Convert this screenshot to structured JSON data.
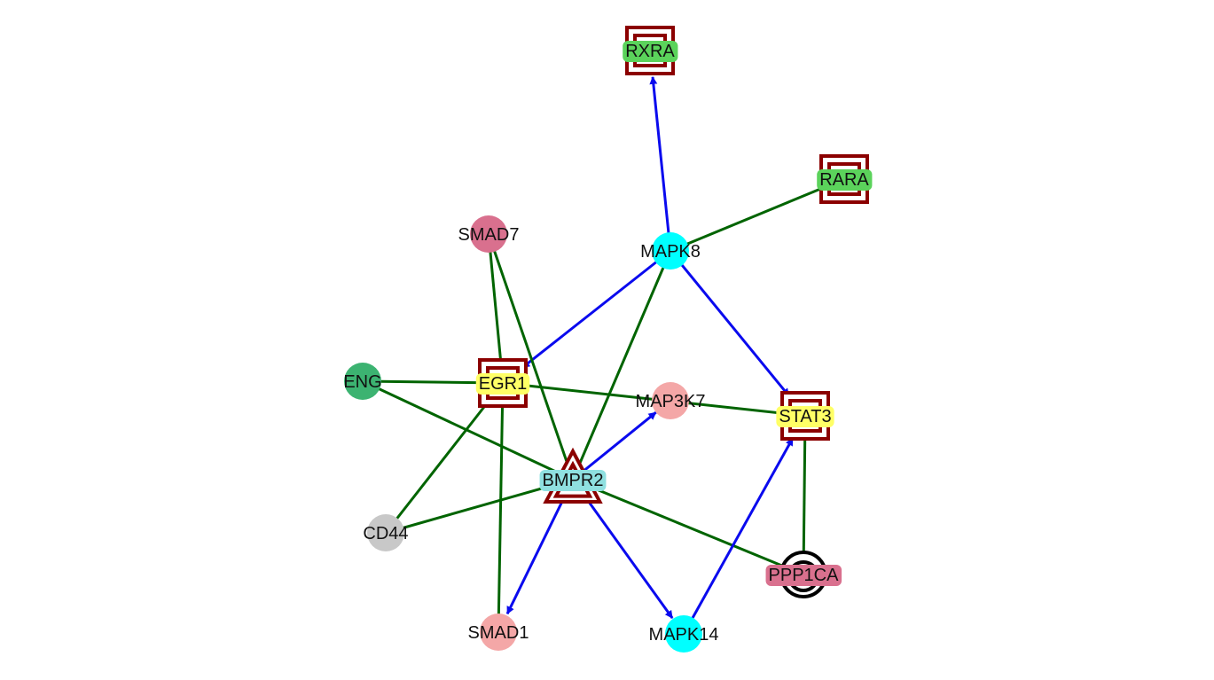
{
  "nodes": [
    {
      "id": "RXRA",
      "label": "RXRA",
      "shape": "double-square",
      "label_bg": "#5bd35b"
    },
    {
      "id": "RARA",
      "label": "RARA",
      "shape": "double-square",
      "label_bg": "#5bd35b"
    },
    {
      "id": "SMAD7",
      "label": "SMAD7",
      "shape": "circle",
      "fill": "#d9708e"
    },
    {
      "id": "MAPK8",
      "label": "MAPK8",
      "shape": "circle",
      "fill": "#00ffff"
    },
    {
      "id": "ENG",
      "label": "ENG",
      "shape": "circle",
      "fill": "#3cb371"
    },
    {
      "id": "EGR1",
      "label": "EGR1",
      "shape": "double-square",
      "label_bg": "#ffff66"
    },
    {
      "id": "MAP3K7",
      "label": "MAP3K7",
      "shape": "circle",
      "fill": "#f4a7a7"
    },
    {
      "id": "STAT3",
      "label": "STAT3",
      "shape": "double-square",
      "label_bg": "#ffff66"
    },
    {
      "id": "BMPR2",
      "label": "BMPR2",
      "shape": "double-triangle",
      "label_bg": "#8fe0e0"
    },
    {
      "id": "CD44",
      "label": "CD44",
      "shape": "circle",
      "fill": "#c8c8c8"
    },
    {
      "id": "PPP1CA",
      "label": "PPP1CA",
      "shape": "double-circle",
      "label_bg": "#d9708e"
    },
    {
      "id": "SMAD1",
      "label": "SMAD1",
      "shape": "circle",
      "fill": "#f4a7a7"
    },
    {
      "id": "MAPK14",
      "label": "MAPK14",
      "shape": "circle",
      "fill": "#00ffff"
    }
  ],
  "edges": [
    {
      "source": "MAPK8",
      "target": "RXRA",
      "type": "directed",
      "color": "#0a0aee"
    },
    {
      "source": "MAPK8",
      "target": "RARA",
      "type": "undirected",
      "color": "#006400"
    },
    {
      "source": "MAPK8",
      "target": "EGR1",
      "type": "directed",
      "color": "#0a0aee"
    },
    {
      "source": "MAPK8",
      "target": "STAT3",
      "type": "directed",
      "color": "#0a0aee"
    },
    {
      "source": "MAPK8",
      "target": "BMPR2",
      "type": "undirected",
      "color": "#006400"
    },
    {
      "source": "SMAD7",
      "target": "EGR1",
      "type": "undirected",
      "color": "#006400"
    },
    {
      "source": "SMAD7",
      "target": "BMPR2",
      "type": "undirected",
      "color": "#006400"
    },
    {
      "source": "ENG",
      "target": "EGR1",
      "type": "undirected",
      "color": "#006400"
    },
    {
      "source": "ENG",
      "target": "BMPR2",
      "type": "undirected",
      "color": "#006400"
    },
    {
      "source": "EGR1",
      "target": "STAT3",
      "type": "undirected",
      "color": "#006400"
    },
    {
      "source": "EGR1",
      "target": "CD44",
      "type": "undirected",
      "color": "#006400"
    },
    {
      "source": "EGR1",
      "target": "SMAD1",
      "type": "undirected",
      "color": "#006400"
    },
    {
      "source": "BMPR2",
      "target": "MAP3K7",
      "type": "directed",
      "color": "#0a0aee"
    },
    {
      "source": "BMPR2",
      "target": "CD44",
      "type": "undirected",
      "color": "#006400"
    },
    {
      "source": "BMPR2",
      "target": "PPP1CA",
      "type": "undirected",
      "color": "#006400"
    },
    {
      "source": "BMPR2",
      "target": "SMAD1",
      "type": "directed",
      "color": "#0a0aee"
    },
    {
      "source": "BMPR2",
      "target": "MAPK14",
      "type": "directed",
      "color": "#0a0aee"
    },
    {
      "source": "MAPK14",
      "target": "STAT3",
      "type": "directed",
      "color": "#0a0aee"
    },
    {
      "source": "STAT3",
      "target": "PPP1CA",
      "type": "undirected",
      "color": "#006400"
    }
  ],
  "colors": {
    "frame": "#8b0000",
    "directed_edge": "#0a0aee",
    "undirected_edge": "#006400",
    "ring": "#000000"
  }
}
